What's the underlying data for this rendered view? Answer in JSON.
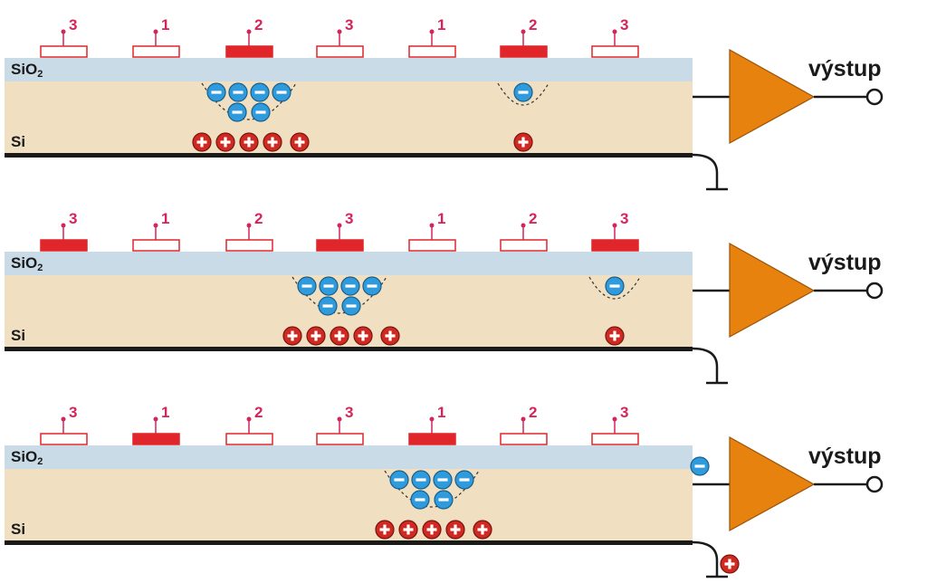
{
  "labels": {
    "oxide": "SiO",
    "oxide_sub": "2",
    "silicon": "Si",
    "output": "výstup"
  },
  "symbols": {
    "electron": "−",
    "hole": "+"
  },
  "colors": {
    "oxide": "#c9dbe6",
    "silicon": "#f0dfc0",
    "substrate_line": "#1a1a1a",
    "electrode": "#e0262b",
    "phase_number": "#d6245a",
    "amplifier": "#e8820f",
    "electron": "#2f9bdc",
    "hole": "#cf2a22"
  },
  "electrode_phases": [
    "3",
    "1",
    "2",
    "3",
    "1",
    "2",
    "3"
  ],
  "panels": [
    {
      "active_phase": "2",
      "packets": [
        {
          "electrode": 2,
          "electrons": 6,
          "holes": 5
        },
        {
          "electrode": 5,
          "electrons": 1,
          "holes": 1
        }
      ],
      "output_electron": false,
      "ground_hole": false
    },
    {
      "active_phase": "3",
      "packets": [
        {
          "electrode": 3,
          "electrons": 6,
          "holes": 5
        },
        {
          "electrode": 6,
          "electrons": 1,
          "holes": 1
        }
      ],
      "output_electron": false,
      "ground_hole": false
    },
    {
      "active_phase": "1",
      "packets": [
        {
          "electrode": 4,
          "electrons": 6,
          "holes": 5
        }
      ],
      "output_electron": true,
      "ground_hole": true
    }
  ]
}
